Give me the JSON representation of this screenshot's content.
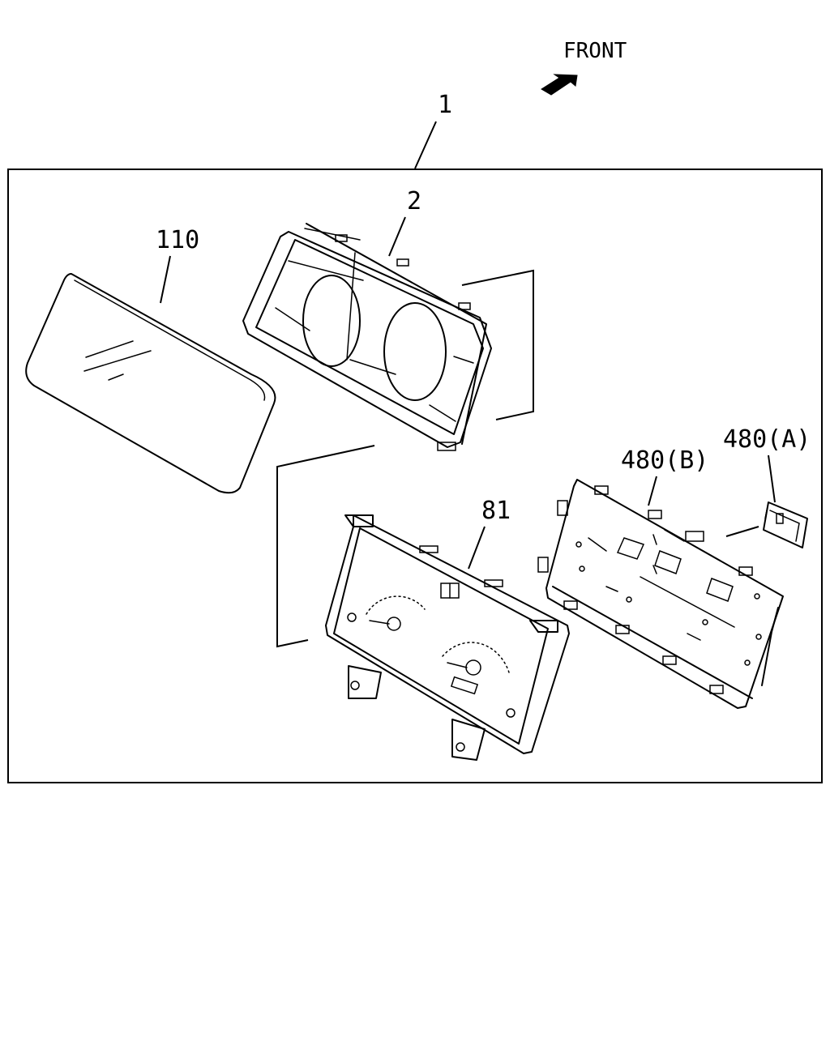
{
  "front_label": "FRONT",
  "callouts": {
    "assembly": "1",
    "bezel": "2",
    "lens": "110",
    "meter_face": "81",
    "circuit_board": "480(B)",
    "connector": "480(A)"
  },
  "icons": {
    "direction_arrow": "front-arrow-icon"
  }
}
